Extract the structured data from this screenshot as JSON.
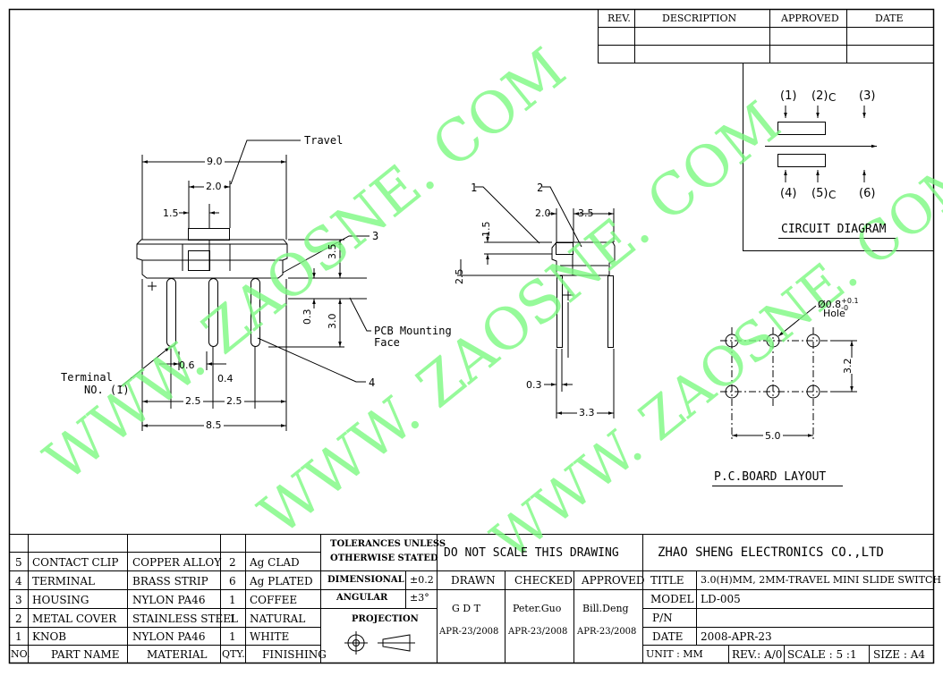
{
  "revision_table": {
    "headers": [
      "REV.",
      "DESCRIPTION",
      "APPROVED",
      "DATE"
    ]
  },
  "circuit_diagram": {
    "title": "CIRCUIT DIAGRAM",
    "pins_top": [
      "1",
      "2",
      "3"
    ],
    "pins_bottom": [
      "4",
      "5",
      "6"
    ],
    "common_label": "C"
  },
  "front_view": {
    "dims": {
      "total_width": "9.0",
      "travel_width": "2.0",
      "knob_offset": "1.5",
      "body_height": "3.5",
      "pin_length": "3.0",
      "standoff": "0.3",
      "pin_width": "0.6",
      "pin_thick": "0.4",
      "pitch_a": "2.5",
      "pitch_b": "2.5",
      "overall": "8.5"
    },
    "callouts": {
      "travel": "Travel",
      "pcb_line1": "PCB Mounting",
      "pcb_line2": "Face",
      "terminal_line1": "Terminal",
      "terminal_line2": "NO.",
      "terminal_no": "1",
      "part3": "3",
      "part4": "4"
    }
  },
  "side_view": {
    "dims": {
      "knob_width": "2.0",
      "body_width": "3.5",
      "knob_height": "1.5",
      "height": "2.5",
      "pin_thick": "0.3",
      "pin_span": "3.3"
    },
    "callouts": {
      "part1": "1",
      "part2": "2"
    }
  },
  "pcb_layout": {
    "title": "P.C.BOARD LAYOUT",
    "hole_label": "Ø0.8",
    "hole_tol_plus": "+0.1",
    "hole_tol_minus": "-0",
    "hole_word": "Hole",
    "row_pitch": "3.2",
    "span": "5.0"
  },
  "watermark": "WWW. ZAOSNE. COM",
  "bom": {
    "rows": [
      {
        "no": "5",
        "part": "CONTACT CLIP",
        "material": "COPPER ALLOY",
        "qty": "2",
        "finish": "Ag CLAD"
      },
      {
        "no": "4",
        "part": "TERMINAL",
        "material": "BRASS STRIP",
        "qty": "6",
        "finish": "Ag PLATED"
      },
      {
        "no": "3",
        "part": "HOUSING",
        "material": "NYLON PA46",
        "qty": "1",
        "finish": "COFFEE"
      },
      {
        "no": "2",
        "part": "METAL COVER",
        "material": "STAINLESS STEEL",
        "qty": "1",
        "finish": "NATURAL"
      },
      {
        "no": "1",
        "part": "KNOB",
        "material": "NYLON PA46",
        "qty": "1",
        "finish": "WHITE"
      }
    ],
    "headers": {
      "no": "NO.",
      "part": "PART NAME",
      "material": "MATERIAL",
      "qty": "QTY.",
      "finish": "FINISHING"
    }
  },
  "tolerances": {
    "title_line1": "TOLERANCES UNLESS",
    "title_line2": "OTHERWISE STATED",
    "dimensional_label": "DIMENSIONAL",
    "dimensional_value": "±0.2",
    "angular_label": "ANGULAR",
    "angular_value": "±3°",
    "projection_label": "PROJECTION"
  },
  "approval": {
    "notice": "DO NOT SCALE THIS DRAWING",
    "drawn_label": "DRAWN",
    "checked_label": "CHECKED",
    "approved_label": "APPROVED",
    "drawn_by": "G D T",
    "checked_by": "Peter.Guo",
    "approved_by": "Bill.Deng",
    "drawn_date": "APR-23/2008",
    "checked_date": "APR-23/2008",
    "approved_date": "APR-23/2008"
  },
  "title_block": {
    "company": "ZHAO SHENG ELECTRONICS CO.,LTD",
    "title_label": "TITLE",
    "title_value": "3.0(H)MM, 2MM-TRAVEL MINI SLIDE SWITCH",
    "model_label": "MODEL",
    "model_value": "LD-005",
    "pn_label": "P/N",
    "pn_value": "",
    "date_label": "DATE",
    "date_value": "2008-APR-23",
    "unit": "UNIT : MM",
    "rev": "REV.: A/0",
    "scale": "SCALE : 5 :1",
    "size": "SIZE : A4"
  }
}
